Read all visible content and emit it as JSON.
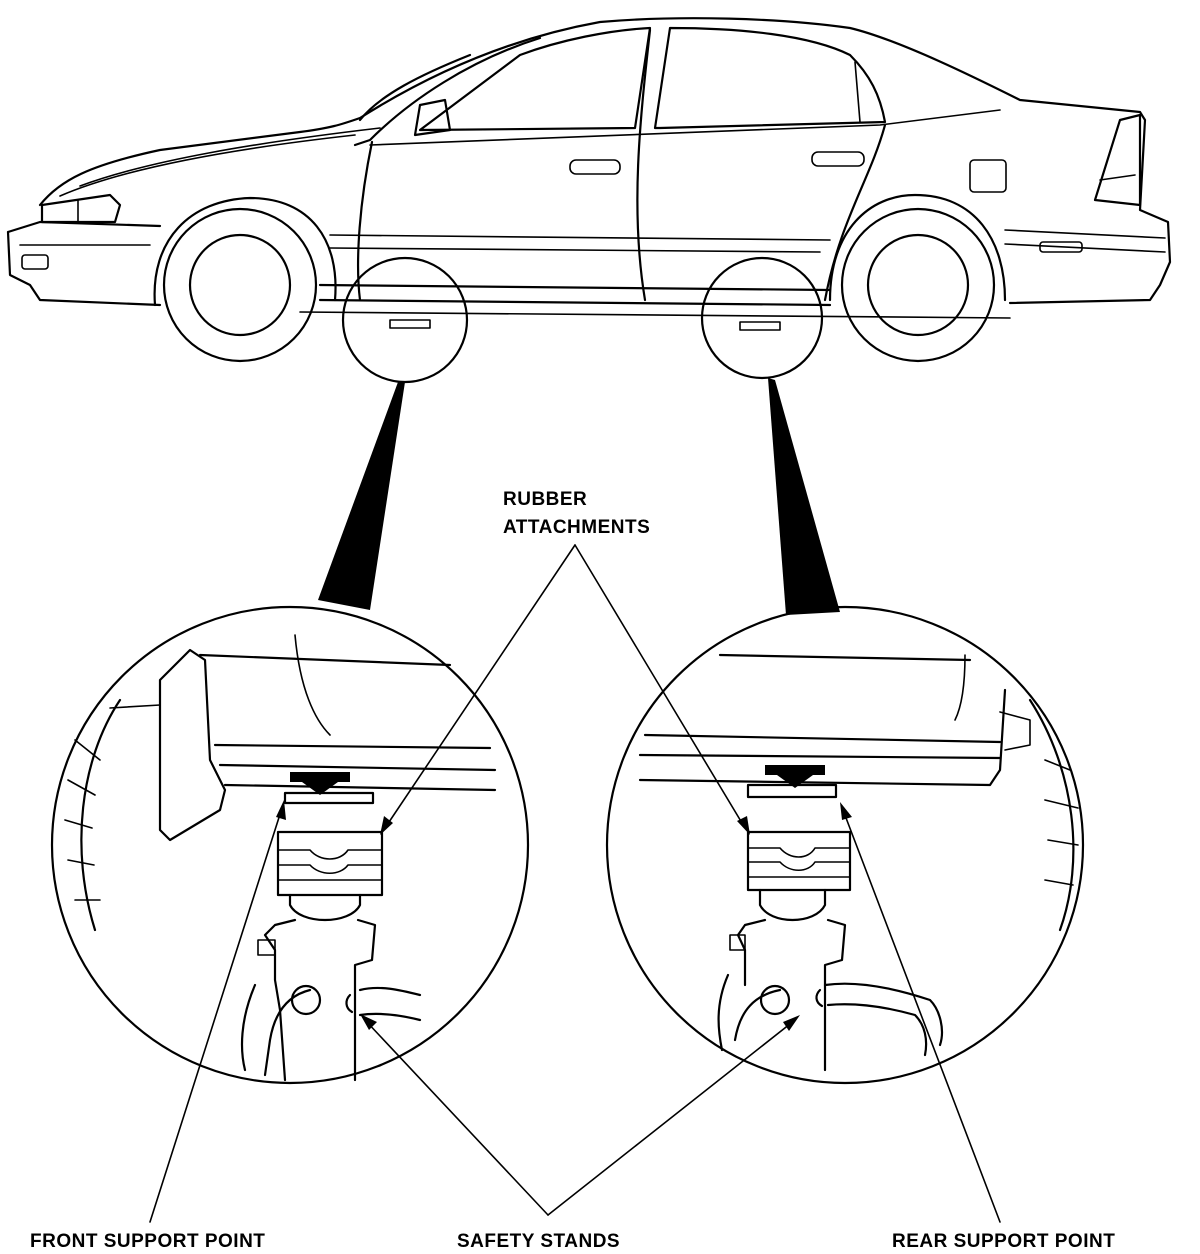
{
  "labels": {
    "rubber_attachments_line1": "RUBBER",
    "rubber_attachments_line2": "ATTACHMENTS",
    "front_support_point": "FRONT SUPPORT POINT",
    "safety_stands": "SAFETY STANDS",
    "rear_support_point": "REAR SUPPORT POINT"
  },
  "colors": {
    "ink": "#000000",
    "background": "#ffffff"
  }
}
